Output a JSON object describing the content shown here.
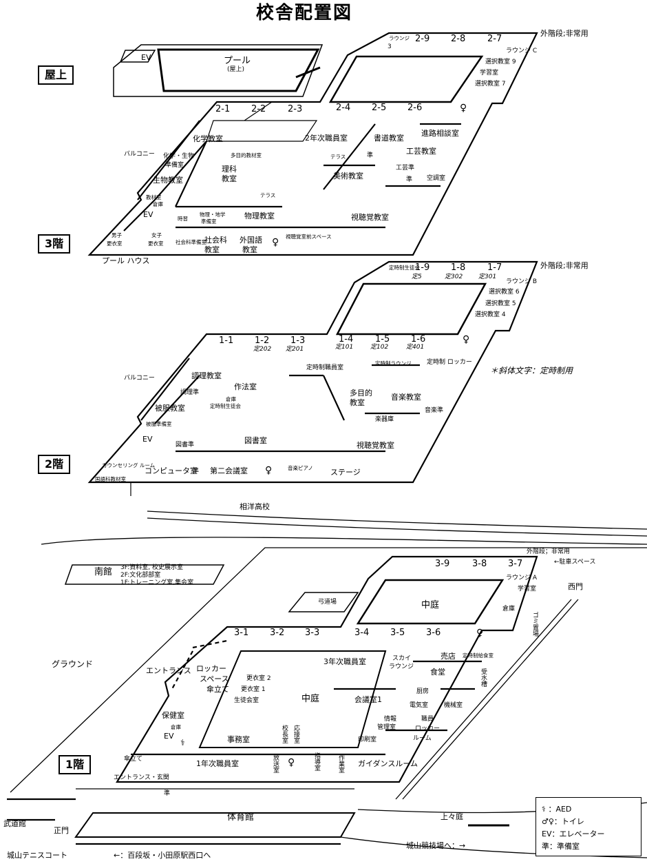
{
  "title": "校舎配置図",
  "floors": {
    "roof": "屋上",
    "f3": "3階",
    "f2": "2階",
    "f1": "1階"
  },
  "roof": {
    "ev": "EV",
    "pool": "プール",
    "pool_sub": "(屋上)"
  },
  "floor3": {
    "lounge": "ラウンジ",
    "lounge_no": "3",
    "lounge_c": "ラウンジ C",
    "class_top": [
      "2-9",
      "2-8",
      "2-7"
    ],
    "class_front": [
      "2-1",
      "2-2",
      "2-3",
      "2-4",
      "2-5",
      "2-6"
    ],
    "outer_stairs": "外階段;非常用",
    "senkaku9": "選択教室 9",
    "gakushu": "学習室",
    "senkaku7": "選択教室 7",
    "balcony": "バルコニー",
    "kagaku": "化学教室",
    "kagaku_seibutsu": "化学・生物",
    "junbishitsu": "準備室",
    "seibutsu": "生物教室",
    "tamokuteki": "多目的教材室",
    "rika": "理科",
    "kyoshitsu": "教室",
    "ninen_shokuin": "2年次職員室",
    "shodo": "書道教室",
    "jun": "準",
    "terrace": "テラス",
    "shinro": "進路相談室",
    "kogei": "工芸教室",
    "kogei_jun": "工芸準",
    "bijutsu": "美術教室",
    "kuchoshitsu": "空調室",
    "kyozai": "教材室",
    "soko": "倉庫",
    "ev": "EV",
    "butsuri_chigaku": "物理・地学",
    "butsuri_jun": "準備室",
    "butsuri": "物理教室",
    "shichokaku": "視聴覚教室",
    "danshi": "男子",
    "danshi_kouishitsu": "更衣室",
    "joshi": "女子",
    "joshi_kouishitsu": "更衣室",
    "shakai_jun": "社会科準備室",
    "shakai": "社会科",
    "shakai2": "教室",
    "gaikokugo": "外国語",
    "gaikokugo2": "教室",
    "shichokaku_space": "視聴覚室前スペース",
    "pool_house": "プール ハウス",
    "jusho": "時習"
  },
  "floor2": {
    "lounge": "定時制生徒会",
    "class_top": [
      "1-9",
      "1-8",
      "1-7"
    ],
    "class_top_sub": [
      "定5",
      "定302",
      "定301"
    ],
    "lounge_b": "ラウンジ B",
    "outer_stairs": "外階段;非常用",
    "senkaku6": "選択教室 6",
    "senkaku5": "選択教室 5",
    "senkaku4": "選択教室 4",
    "class_front": [
      "1-1",
      "1-2",
      "1-3",
      "1-4",
      "1-5",
      "1-6"
    ],
    "class_front_sub": [
      "",
      "定202",
      "定201",
      "定101",
      "定102",
      "定401"
    ],
    "note": "＊斜体文字：定時制用",
    "balcony": "バルコニー",
    "chori": "調理教室",
    "chori_jun": "調理準",
    "saho": "作法室",
    "sosho": "倉庫",
    "teiji_kai": "定時制生徒会",
    "teiji_shokuin": "定時制職員室",
    "teiji_lounge": "定時制ラウンジ",
    "teiji_locker": "定時制 ロッカー",
    "tamokuteki": "多目的",
    "tamokuteki2": "教室",
    "ongaku": "音楽教室",
    "hifuku": "被服教室",
    "hifuku_jun": "被服準備室",
    "gakkiko": "楽器庫",
    "ongaku_jun": "音楽準",
    "ev": "EV",
    "toshokan": "図書室",
    "tosho_jun": "図書準",
    "shichokaku": "視聴覚教室",
    "counsel": "カウンセリング ルーム",
    "computer": "コンピュータ室",
    "jun": "準",
    "dai2kaigi": "第二会議室",
    "ongaku_piano": "音楽ピアノ",
    "stage": "ステージ",
    "kokugo": "国語科教材室"
  },
  "floor1": {
    "soyo": "相洋高校",
    "outer_stairs": "外階段；非常用",
    "parking": "←駐車スペース",
    "minamikan": "南館",
    "minamikan3": "3F:資料室, 校史展示室",
    "minamikan2": "2F:文化部部室",
    "minamikan1": "1F:トレーニング室,集会室",
    "kyudojo": "弓道場",
    "nakaniwa_top": "中庭",
    "nakaniwa": "中庭",
    "class_top": [
      "3-9",
      "3-8",
      "3-7"
    ],
    "lounge_a": "ラウンジ A",
    "gakushu": "学習室",
    "soko": "倉庫",
    "nishimon": "西門",
    "gomi": "ゴミ置場",
    "class_front": [
      "3-1",
      "3-2",
      "3-3",
      "3-4",
      "3-5",
      "3-6"
    ],
    "ground": "グラウンド",
    "entrance": "エントランス",
    "locker": "ロッカー",
    "space": "スペース",
    "kasatate": "傘立て",
    "kouishitsu2": "更衣室 2",
    "kouishitsu1": "更衣室 1",
    "seitokai": "生徒会室",
    "sannen_shokuin": "3年次職員室",
    "sky": "スカイ",
    "lounge": "ラウンジ",
    "kaigi1": "会議室1",
    "baiten": "売店",
    "teiji_kyushoku": "定時制給食室",
    "shokudo": "食堂",
    "jusui": "受水槽",
    "chubo": "厨房",
    "denki": "電気室",
    "kikai": "機械室",
    "joho": "情報",
    "kanri": "管理室",
    "shokuin": "職員",
    "locker_room": "ロッカー",
    "room": "ルーム",
    "insatsu": "印刷室",
    "hoken": "保健室",
    "soko2": "倉庫",
    "ev": "EV",
    "jimu": "事務室",
    "kocho": "校長室",
    "osetsu": "応接室",
    "hoso": "放送室",
    "shido": "指導室",
    "sagyo": "作業室",
    "kasatate2": "傘立て",
    "ichinen_shokuin": "1年次職員室",
    "guidance": "ガイダンスルーム",
    "entrance_genkan": "エントランス・玄関",
    "jun": "準",
    "taiikukan": "体育館",
    "jojotei": "上々庭",
    "budokan": "武道館",
    "seimon": "正門",
    "tennis": "城山テニスコート",
    "hyakudan": "←：百段坂・小田原駅西口へ",
    "kyogijo": "城山競技場へ：→"
  },
  "legend": {
    "aed": "：AED",
    "toilet": "：トイレ",
    "ev": "EV：エレベーター",
    "jun": "準：準備室"
  }
}
